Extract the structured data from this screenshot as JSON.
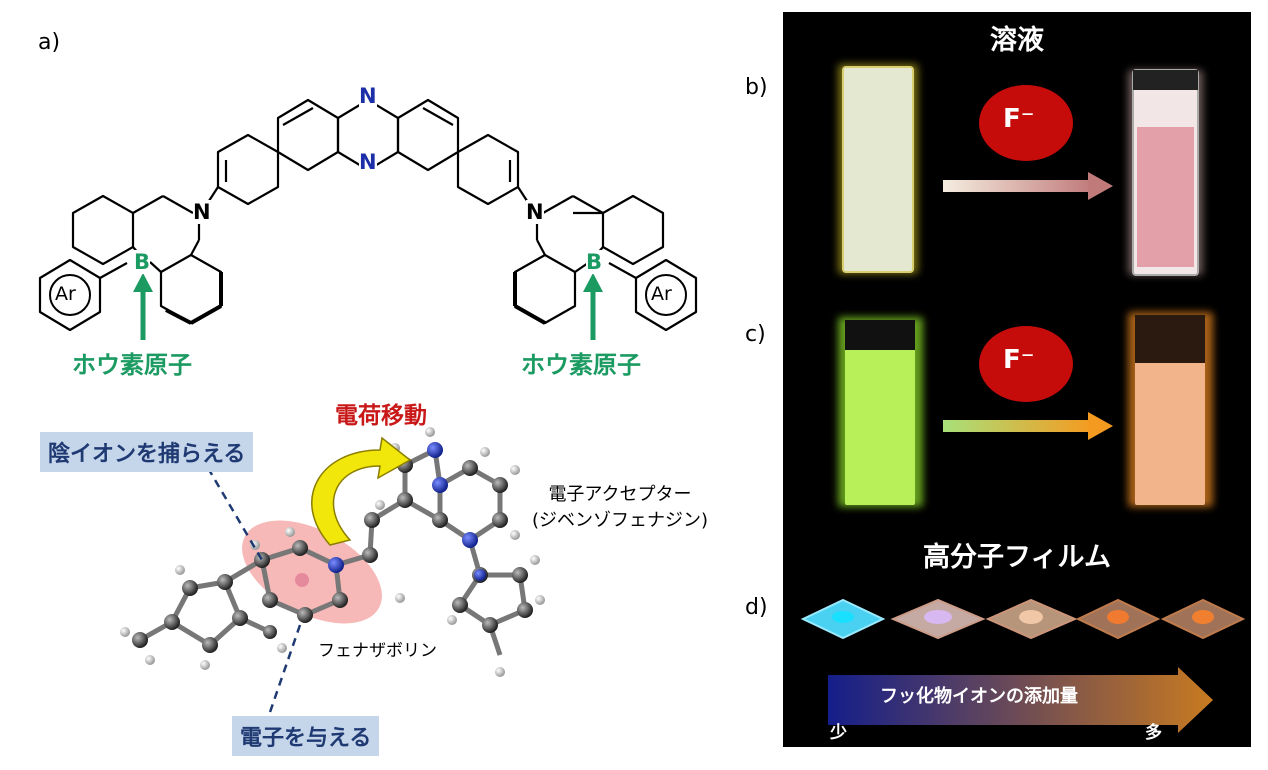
{
  "panel_labels": {
    "a": "a)",
    "b": "b)",
    "c": "c)",
    "d": "d)"
  },
  "structure": {
    "atom_N": "N",
    "atom_B": "B",
    "substituent_Ar": "Ar",
    "boron_atom_label": "ホウ素原子"
  },
  "model": {
    "charge_transfer": "電荷移動",
    "anion_capture": "陰イオンを捕らえる",
    "electron_donor": "電子を与える",
    "acceptor_line1": "電子アクセプター",
    "acceptor_line2": "(ジベンゾフェナジン)",
    "phenazaborine": "フェナザボリン"
  },
  "photos": {
    "solution_title": "溶液",
    "fluoride": "F⁻",
    "film_title": "高分子フィルム",
    "amount_label": "フッ化物イオンの添加量",
    "few": "少",
    "many": "多"
  },
  "colors": {
    "boron_green": "#1b9a62",
    "nitrogen_blue": "#1c2fa8",
    "charge_red": "#c81818",
    "box_blue": "#c5d5ea",
    "fluoride_red": "#c60b0b"
  }
}
